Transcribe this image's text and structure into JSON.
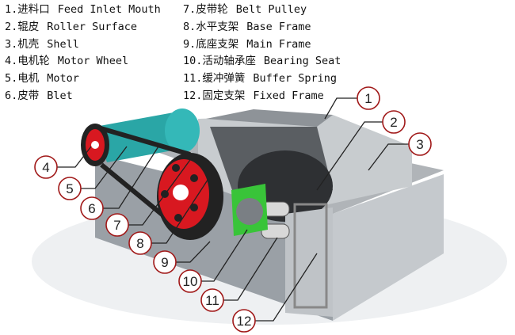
{
  "legend": [
    {
      "num": "1.",
      "zh": "进料口",
      "en": "Feed Inlet Mouth"
    },
    {
      "num": "2.",
      "zh": "辊皮",
      "en": "Roller Surface"
    },
    {
      "num": "3.",
      "zh": "机壳",
      "en": "Shell"
    },
    {
      "num": "4.",
      "zh": "电机轮",
      "en": "Motor Wheel"
    },
    {
      "num": "5.",
      "zh": "电机",
      "en": "Motor"
    },
    {
      "num": "6.",
      "zh": "皮带",
      "en": "Blet"
    },
    {
      "num": "7.",
      "zh": "皮带轮",
      "en": "Belt Pulley"
    },
    {
      "num": "8.",
      "zh": "水平支架",
      "en": "Base Frame"
    },
    {
      "num": "9.",
      "zh": "底座支架",
      "en": "Main Frame"
    },
    {
      "num": "10.",
      "zh": "活动轴承座",
      "en": "Bearing Seat"
    },
    {
      "num": "11.",
      "zh": "缓冲弹簧",
      "en": "Buffer Spring"
    },
    {
      "num": "12.",
      "zh": "固定支架",
      "en": "Fixed Frame"
    }
  ],
  "callouts": [
    "1",
    "2",
    "3",
    "4",
    "5",
    "6",
    "7",
    "8",
    "9",
    "10",
    "11",
    "12"
  ],
  "colors": {
    "callout_stroke": "#a01818",
    "motor": "#2aa6a6",
    "wheel": "#d81820",
    "bearing": "#3cc43c",
    "steel": "#b8bcc0"
  }
}
